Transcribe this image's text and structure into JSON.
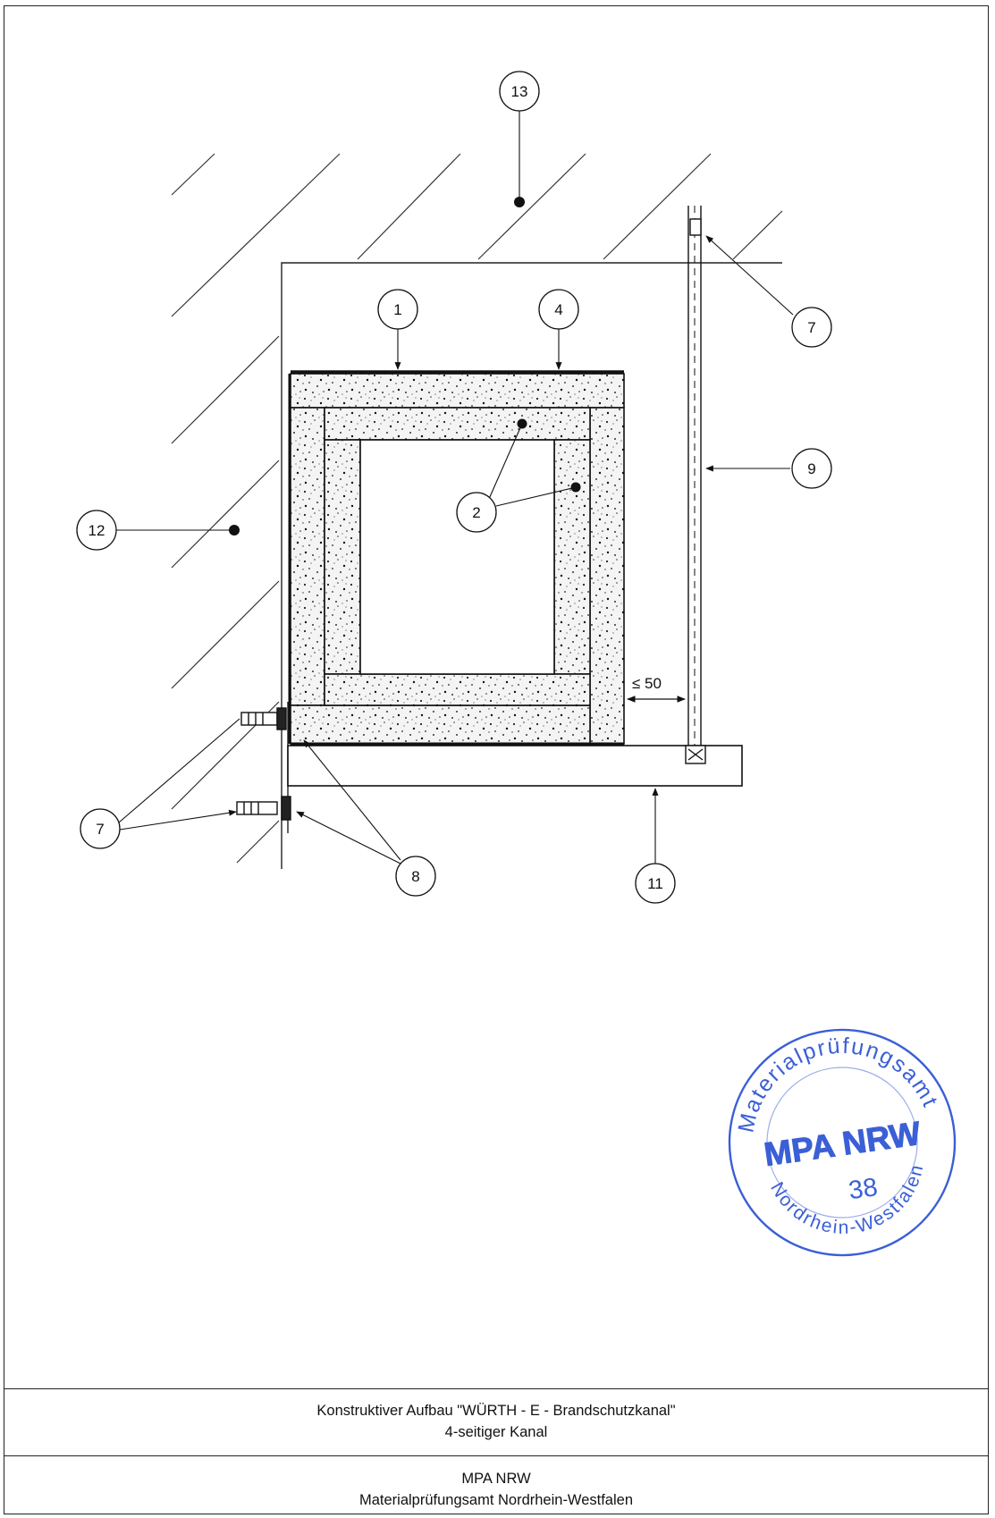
{
  "drawing": {
    "callouts": [
      "13",
      "1",
      "4",
      "7",
      "9",
      "12",
      "2",
      "7",
      "8",
      "11"
    ],
    "dimension_label": "≤ 50"
  },
  "stamp": {
    "arc_top": "Materialprüfungsamt",
    "center": "MPA NRW",
    "number": "38",
    "arc_bottom": "Nordrhein-Westfalen",
    "color": "#3b5fd6"
  },
  "caption": {
    "line1": "Konstruktiver Aufbau \"WÜRTH - E - Brandschutzkanal\"",
    "line2": "4-seitiger Kanal"
  },
  "footer": {
    "line1": "MPA NRW",
    "line2": "Materialprüfungsamt Nordrhein-Westfalen"
  }
}
